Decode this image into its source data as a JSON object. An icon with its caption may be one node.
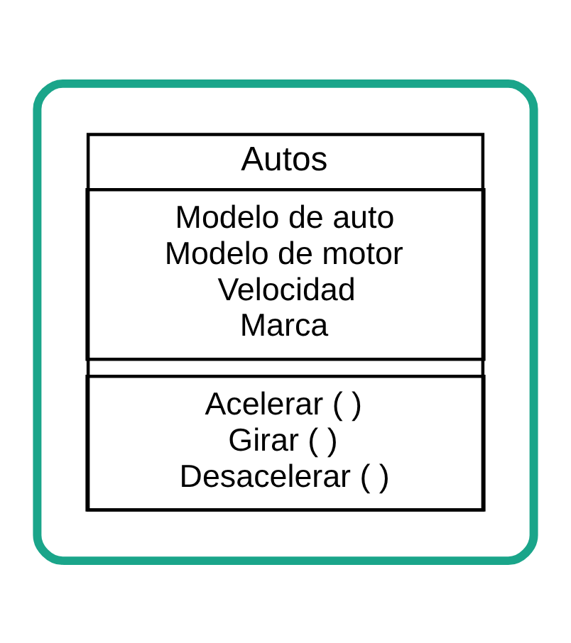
{
  "diagram": {
    "nodes": [
      {
        "text": [],
        "shape": "box"
      },
      {
        "text": [
          "Autos"
        ],
        "in": 0
      },
      {
        "text": [
          "Modelo de auto",
          "Modelo de motor",
          "Velocidad",
          "Marca"
        ],
        "in": 1
      },
      {
        "text": [
          "Acelerar ( )",
          "Girar ( )",
          "Desacelerar ( )"
        ],
        "in": 1
      }
    ]
  }
}
